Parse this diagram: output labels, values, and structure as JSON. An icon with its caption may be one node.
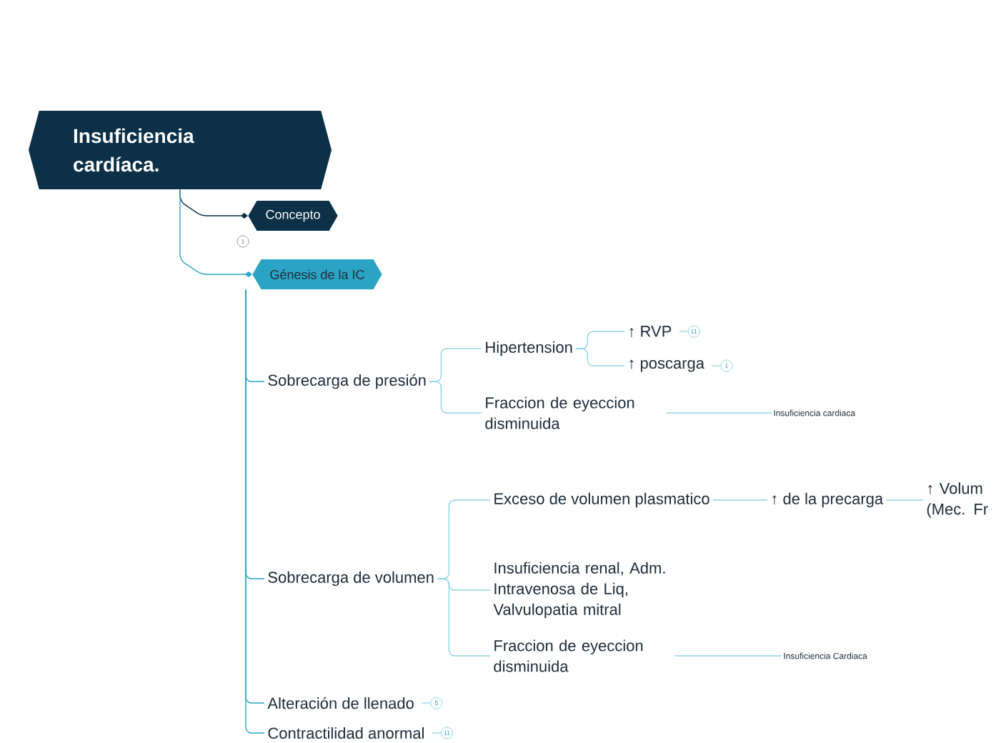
{
  "diagram": {
    "nodes": [
      {
        "text": [
          "Insuficiencia cardíaca."
        ]
      },
      {
        "text": [
          "Concepto"
        ],
        "beside": [
          "1"
        ]
      },
      {
        "text": [
          "Génesis de la IC"
        ]
      },
      {
        "text": [
          "Sobrecarga de presión"
        ]
      },
      {
        "text": [
          "Hipertension"
        ]
      },
      {
        "text": [
          "↑ RVP"
        ],
        "beside": [
          "11"
        ]
      },
      {
        "text": [
          "↑ poscarga"
        ],
        "beside": [
          "1"
        ]
      },
      {
        "text": [
          "Fraccion de eyeccion disminuida"
        ]
      },
      {
        "text": [
          "Insuficiencia cardiaca"
        ]
      },
      {
        "text": [
          "Sobrecarga de volumen"
        ]
      },
      {
        "text": [
          "Exceso de volumen plasmatico"
        ]
      },
      {
        "text": [
          "↑ de la precarga"
        ]
      },
      {
        "text": [
          "↑ Volum (Mec. Fr"
        ]
      },
      {
        "text": [
          "Insuficiencia renal, Adm. Intravenosa de Liq, Valvulopatia mitral"
        ]
      },
      {
        "text": [
          "Fraccion de eyeccion disminuida"
        ]
      },
      {
        "text": [
          "Insuficiencia Cardiaca"
        ]
      },
      {
        "text": [
          "Alteración de llenado"
        ],
        "beside": [
          "5"
        ]
      },
      {
        "text": [
          "Contractilidad anormal"
        ],
        "beside": [
          "11"
        ]
      }
    ],
    "edges": [
      {
        "from": 0,
        "to": 1,
        "arrow": "other",
        "color": "#0b3048"
      },
      {
        "from": 0,
        "to": 2,
        "arrow": "other",
        "color": "#2ba3c4"
      },
      {
        "from": 2,
        "to": 3,
        "arrow": "none",
        "color": "#2ba3c4"
      },
      {
        "from": 2,
        "to": 9,
        "arrow": "none",
        "color": "#2ba3c4"
      },
      {
        "from": 2,
        "to": 16,
        "arrow": "none",
        "color": "#2ba3c4"
      },
      {
        "from": 2,
        "to": 17,
        "arrow": "none",
        "color": "#2ba3c4"
      },
      {
        "from": 3,
        "to": 4,
        "arrow": "none"
      },
      {
        "from": 3,
        "to": 7,
        "arrow": "none"
      },
      {
        "from": 4,
        "to": 5,
        "arrow": "none"
      },
      {
        "from": 4,
        "to": 6,
        "arrow": "none"
      },
      {
        "from": 7,
        "to": 8,
        "arrow": "none"
      },
      {
        "from": 9,
        "to": 10,
        "arrow": "none"
      },
      {
        "from": 9,
        "to": 13,
        "arrow": "none"
      },
      {
        "from": 9,
        "to": 14,
        "arrow": "none"
      },
      {
        "from": 10,
        "to": 11,
        "arrow": "none"
      },
      {
        "from": 11,
        "to": 12,
        "arrow": "none"
      },
      {
        "from": 14,
        "to": 15,
        "arrow": "none"
      }
    ]
  }
}
